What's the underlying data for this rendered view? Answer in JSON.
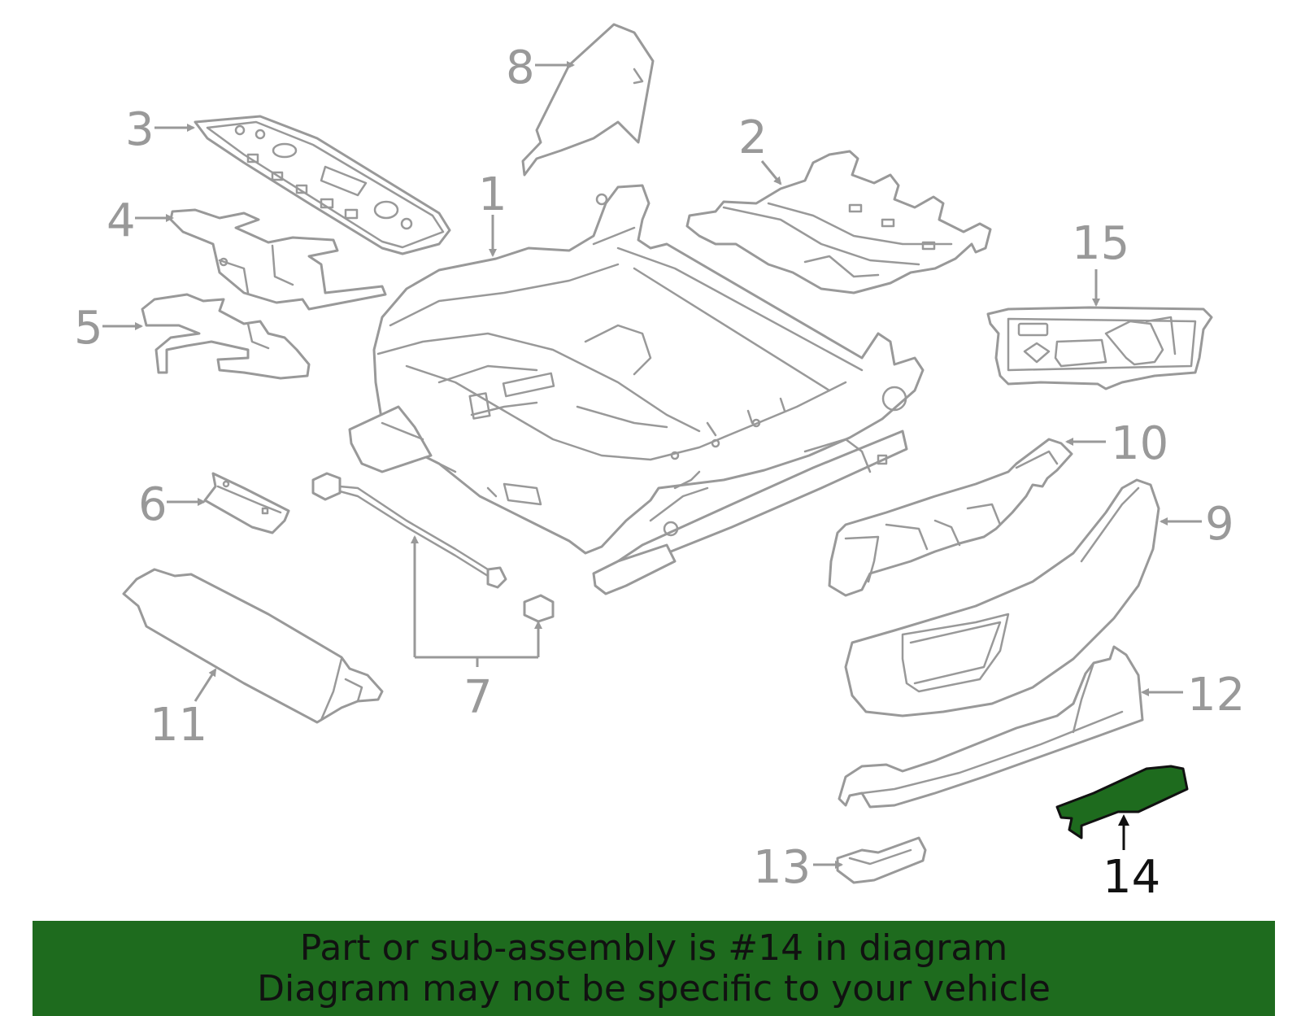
{
  "diagram": {
    "highlight_color": "#1e6b1e",
    "line_color": "#999999",
    "callouts": {
      "c1": "1",
      "c2": "2",
      "c3": "3",
      "c4": "4",
      "c5": "5",
      "c6": "6",
      "c7": "7",
      "c8": "8",
      "c9": "9",
      "c10": "10",
      "c11": "11",
      "c12": "12",
      "c13": "13",
      "c14": "14",
      "c15": "15"
    }
  },
  "banner": {
    "line1": "Part or sub-assembly is #14 in diagram",
    "line2": "Diagram may not be specific to your vehicle"
  }
}
